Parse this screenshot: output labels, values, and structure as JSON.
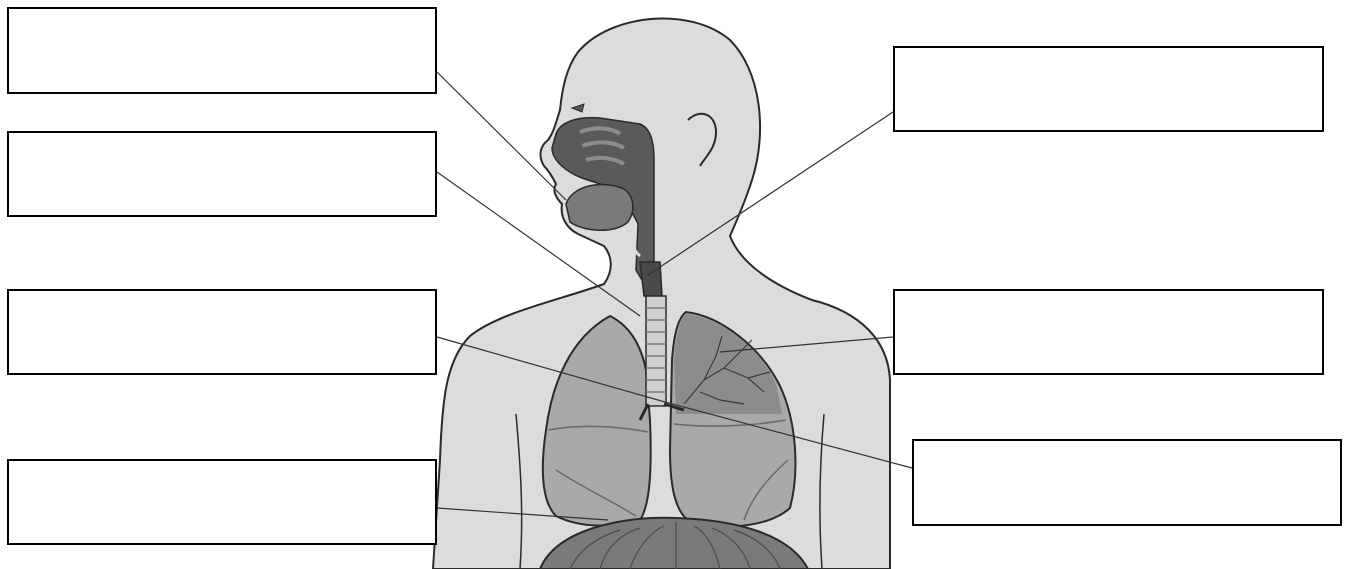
{
  "colors": {
    "background": "#ffffff",
    "outline": "#2a2a2a",
    "skin": "#dcdcdc",
    "lung": "#a9a9a9",
    "lung_shade": "#8c8c8c",
    "airway": "#5a5a5a",
    "trachea": "#cfcfcf",
    "diaphragm": "#7a7a7a",
    "leader_line": "#333333"
  },
  "label_boxes": [
    {
      "id": "box-1",
      "text": ""
    },
    {
      "id": "box-2",
      "text": ""
    },
    {
      "id": "box-3",
      "text": ""
    },
    {
      "id": "box-4",
      "text": ""
    },
    {
      "id": "box-5",
      "text": ""
    },
    {
      "id": "box-6",
      "text": ""
    },
    {
      "id": "box-7",
      "text": ""
    }
  ]
}
